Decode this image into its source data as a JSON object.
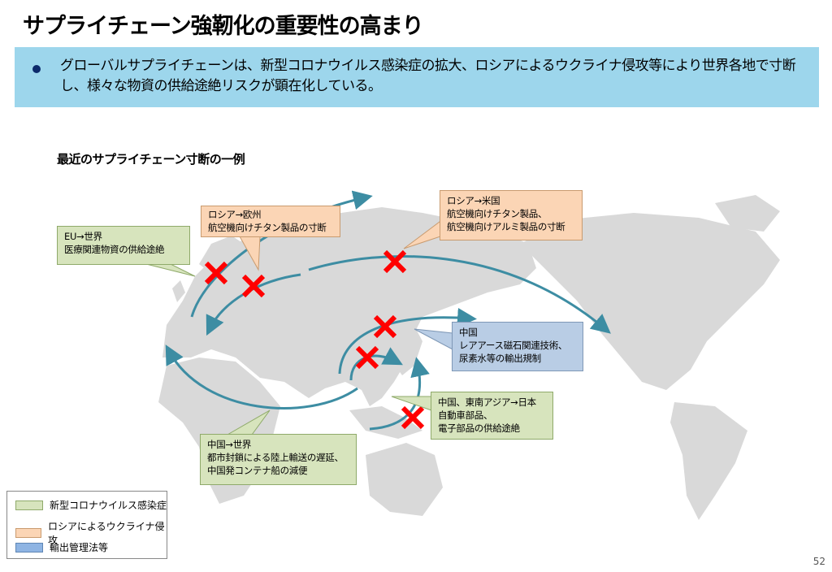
{
  "title": "サプライチェーン強靭化の重要性の高まり",
  "banner": {
    "text": "グローバルサプライチェーンは、新型コロナウイルス感染症の拡大、ロシアによるウクライナ侵攻等により世界各地で寸断し、様々な物資の供給途絶リスクが顕在化している。"
  },
  "subtitle": "最近のサプライチェーン寸断の一例",
  "callouts": [
    {
      "line1": "EU→世界",
      "line2": "医療関連物資の供給途絶",
      "category": "covid"
    },
    {
      "line1": "ロシア→欧州",
      "line2": "航空機向けチタン製品の寸断",
      "category": "ukraine"
    },
    {
      "line1": "ロシア→米国",
      "line2": "航空機向けチタン製品、",
      "line3": "航空機向けアルミ製品の寸断",
      "category": "ukraine"
    },
    {
      "line1": "中国",
      "line2": "レアアース磁石関連技術、",
      "line3": "尿素水等の輸出規制",
      "category": "export"
    },
    {
      "line1": "中国、東南アジア→日本",
      "line2": "自動車部品、",
      "line3": "電子部品の供給途絶",
      "category": "covid"
    },
    {
      "line1": "中国→世界",
      "line2": "都市封鎖による陸上輸送の遅延、",
      "line3": "中国発コンテナ船の減便",
      "category": "covid"
    }
  ],
  "legend": [
    {
      "label": "新型コロナウイルス感染症",
      "color": "#d7e4bd"
    },
    {
      "label": "ロシアによるウクライナ侵攻",
      "color": "#fbd5b5"
    },
    {
      "label": "輸出管理法等",
      "color": "#8eb4e3"
    }
  ],
  "colors": {
    "arrow": "#3d8da3",
    "cross": "#ff0000",
    "land": "#d9d9d9"
  },
  "page_number": "52"
}
